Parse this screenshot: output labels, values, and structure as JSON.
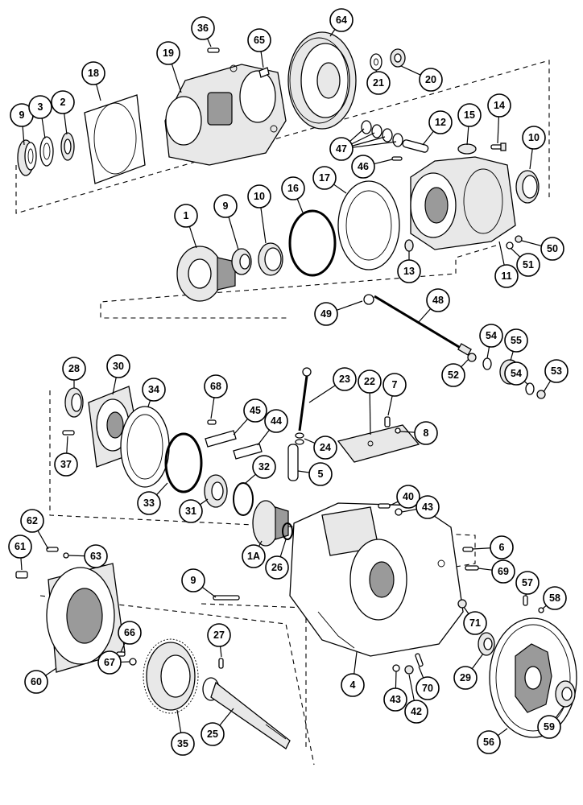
{
  "callouts": [
    {
      "id": "c9a",
      "label": "9"
    },
    {
      "id": "c3",
      "label": "3"
    },
    {
      "id": "c2",
      "label": "2"
    },
    {
      "id": "c18",
      "label": "18"
    },
    {
      "id": "c19",
      "label": "19"
    },
    {
      "id": "c36",
      "label": "36"
    },
    {
      "id": "c65",
      "label": "65"
    },
    {
      "id": "c64",
      "label": "64"
    },
    {
      "id": "c21",
      "label": "21"
    },
    {
      "id": "c20",
      "label": "20"
    },
    {
      "id": "c47",
      "label": "47"
    },
    {
      "id": "c12",
      "label": "12"
    },
    {
      "id": "c15",
      "label": "15"
    },
    {
      "id": "c14",
      "label": "14"
    },
    {
      "id": "c46",
      "label": "46"
    },
    {
      "id": "c17",
      "label": "17"
    },
    {
      "id": "c10a",
      "label": "10"
    },
    {
      "id": "c1",
      "label": "1"
    },
    {
      "id": "c9b",
      "label": "9"
    },
    {
      "id": "c10b",
      "label": "10"
    },
    {
      "id": "c16",
      "label": "16"
    },
    {
      "id": "c13",
      "label": "13"
    },
    {
      "id": "c11",
      "label": "11"
    },
    {
      "id": "c51",
      "label": "51"
    },
    {
      "id": "c50",
      "label": "50"
    },
    {
      "id": "c49",
      "label": "49"
    },
    {
      "id": "c48",
      "label": "48"
    },
    {
      "id": "c54a",
      "label": "54"
    },
    {
      "id": "c55",
      "label": "55"
    },
    {
      "id": "c52",
      "label": "52"
    },
    {
      "id": "c54b",
      "label": "54"
    },
    {
      "id": "c53",
      "label": "53"
    },
    {
      "id": "c28",
      "label": "28"
    },
    {
      "id": "c30",
      "label": "30"
    },
    {
      "id": "c34",
      "label": "34"
    },
    {
      "id": "c68",
      "label": "68"
    },
    {
      "id": "c23",
      "label": "23"
    },
    {
      "id": "c22",
      "label": "22"
    },
    {
      "id": "c7",
      "label": "7"
    },
    {
      "id": "c45",
      "label": "45"
    },
    {
      "id": "c44",
      "label": "44"
    },
    {
      "id": "c8",
      "label": "8"
    },
    {
      "id": "c37",
      "label": "37"
    },
    {
      "id": "c24",
      "label": "24"
    },
    {
      "id": "c5",
      "label": "5"
    },
    {
      "id": "c32",
      "label": "32"
    },
    {
      "id": "c33",
      "label": "33"
    },
    {
      "id": "c31",
      "label": "31"
    },
    {
      "id": "c40",
      "label": "40"
    },
    {
      "id": "c43a",
      "label": "43"
    },
    {
      "id": "c62",
      "label": "62"
    },
    {
      "id": "c61",
      "label": "61"
    },
    {
      "id": "c63",
      "label": "63"
    },
    {
      "id": "c1A",
      "label": "1A"
    },
    {
      "id": "c26",
      "label": "26"
    },
    {
      "id": "c6",
      "label": "6"
    },
    {
      "id": "c69",
      "label": "69"
    },
    {
      "id": "c9c",
      "label": "9"
    },
    {
      "id": "c57",
      "label": "57"
    },
    {
      "id": "c58",
      "label": "58"
    },
    {
      "id": "c66",
      "label": "66"
    },
    {
      "id": "c27",
      "label": "27"
    },
    {
      "id": "c71",
      "label": "71"
    },
    {
      "id": "c67",
      "label": "67"
    },
    {
      "id": "c60",
      "label": "60"
    },
    {
      "id": "c29",
      "label": "29"
    },
    {
      "id": "c4",
      "label": "4"
    },
    {
      "id": "c43b",
      "label": "43"
    },
    {
      "id": "c70",
      "label": "70"
    },
    {
      "id": "c42",
      "label": "42"
    },
    {
      "id": "c56",
      "label": "56"
    },
    {
      "id": "c59",
      "label": "59"
    },
    {
      "id": "c35",
      "label": "35"
    },
    {
      "id": "c25",
      "label": "25"
    }
  ]
}
